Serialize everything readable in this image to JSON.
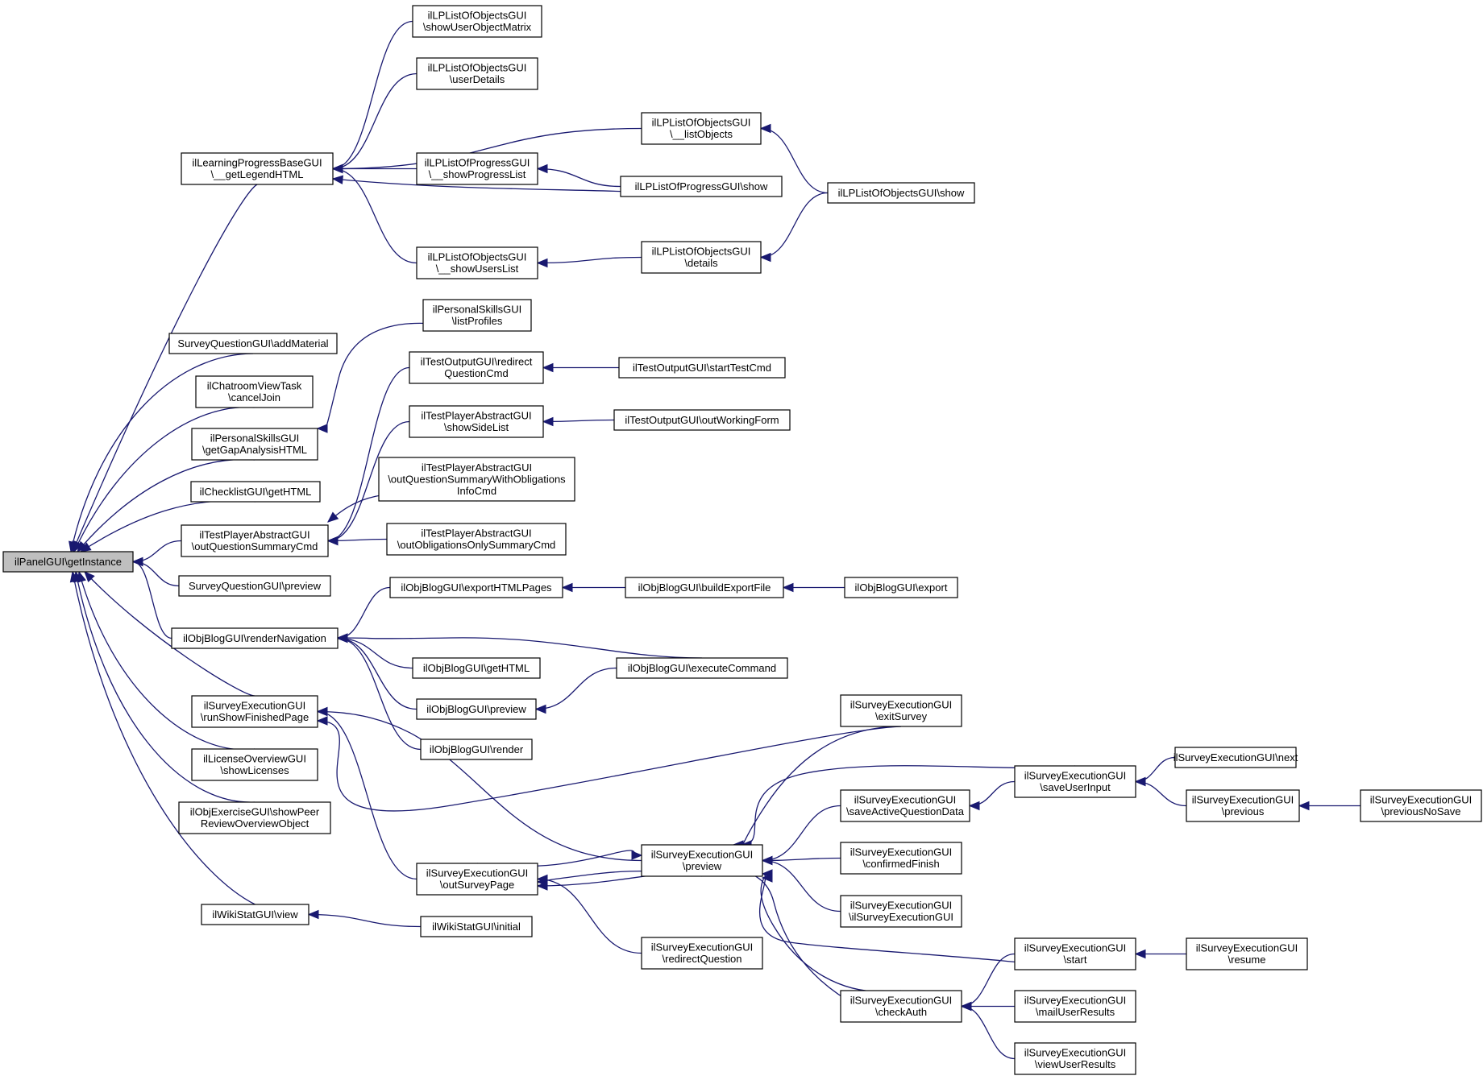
{
  "graph": {
    "nodes": [
      {
        "id": "n0",
        "lines": [
          "ilPanelGUI\\getInstance"
        ],
        "root": true
      },
      {
        "id": "n1",
        "lines": [
          "ilLearningProgressBaseGUI",
          "\\__getLegendHTML"
        ]
      },
      {
        "id": "n2",
        "lines": [
          "SurveyQuestionGUI\\addMaterial"
        ]
      },
      {
        "id": "n3",
        "lines": [
          "ilChatroomViewTask",
          "\\cancelJoin"
        ]
      },
      {
        "id": "n4",
        "lines": [
          "ilPersonalSkillsGUI",
          "\\getGapAnalysisHTML"
        ]
      },
      {
        "id": "n5",
        "lines": [
          "ilChecklistGUI\\getHTML"
        ]
      },
      {
        "id": "n6",
        "lines": [
          "ilTestPlayerAbstractGUI",
          "\\outQuestionSummaryCmd"
        ]
      },
      {
        "id": "n7",
        "lines": [
          "SurveyQuestionGUI\\preview"
        ]
      },
      {
        "id": "n8",
        "lines": [
          "ilObjBlogGUI\\renderNavigation"
        ]
      },
      {
        "id": "n9",
        "lines": [
          "ilSurveyExecutionGUI",
          "\\runShowFinishedPage"
        ]
      },
      {
        "id": "n10",
        "lines": [
          "ilLicenseOverviewGUI",
          "\\showLicenses"
        ]
      },
      {
        "id": "n11",
        "lines": [
          "ilObjExerciseGUI\\showPeer",
          "ReviewOverviewObject"
        ]
      },
      {
        "id": "n12",
        "lines": [
          "ilWikiStatGUI\\view"
        ]
      },
      {
        "id": "n13",
        "lines": [
          "ilLPListOfObjectsGUI",
          "\\showUserObjectMatrix"
        ]
      },
      {
        "id": "n14",
        "lines": [
          "ilLPListOfObjectsGUI",
          "\\userDetails"
        ]
      },
      {
        "id": "n15",
        "lines": [
          "ilLPListOfProgressGUI",
          "\\__showProgressList"
        ]
      },
      {
        "id": "n16",
        "lines": [
          "ilLPListOfObjectsGUI",
          "\\__showUsersList"
        ]
      },
      {
        "id": "n17",
        "lines": [
          "ilPersonalSkillsGUI",
          "\\listProfiles"
        ]
      },
      {
        "id": "n18",
        "lines": [
          "ilTestOutputGUI\\redirect",
          "QuestionCmd"
        ]
      },
      {
        "id": "n19",
        "lines": [
          "ilTestPlayerAbstractGUI",
          "\\showSideList"
        ]
      },
      {
        "id": "n20",
        "lines": [
          "ilTestPlayerAbstractGUI",
          "\\outQuestionSummaryWithObligations",
          "InfoCmd"
        ]
      },
      {
        "id": "n21",
        "lines": [
          "ilTestPlayerAbstractGUI",
          "\\outObligationsOnlySummaryCmd"
        ]
      },
      {
        "id": "n22",
        "lines": [
          "ilObjBlogGUI\\exportHTMLPages"
        ]
      },
      {
        "id": "n23",
        "lines": [
          "ilObjBlogGUI\\getHTML"
        ]
      },
      {
        "id": "n24",
        "lines": [
          "ilObjBlogGUI\\preview"
        ]
      },
      {
        "id": "n25",
        "lines": [
          "ilObjBlogGUI\\render"
        ]
      },
      {
        "id": "n26",
        "lines": [
          "ilSurveyExecutionGUI",
          "\\outSurveyPage"
        ]
      },
      {
        "id": "n27",
        "lines": [
          "ilWikiStatGUI\\initial"
        ]
      },
      {
        "id": "n28",
        "lines": [
          "ilLPListOfObjectsGUI",
          "\\__listObjects"
        ]
      },
      {
        "id": "n29",
        "lines": [
          "ilLPListOfProgressGUI\\show"
        ]
      },
      {
        "id": "n30",
        "lines": [
          "ilLPListOfObjectsGUI",
          "\\details"
        ]
      },
      {
        "id": "n31",
        "lines": [
          "ilTestOutputGUI\\startTestCmd"
        ]
      },
      {
        "id": "n32",
        "lines": [
          "ilTestOutputGUI\\outWorkingForm"
        ]
      },
      {
        "id": "n33",
        "lines": [
          "ilObjBlogGUI\\buildExportFile"
        ]
      },
      {
        "id": "n34",
        "lines": [
          "ilObjBlogGUI\\executeCommand"
        ]
      },
      {
        "id": "n35",
        "lines": [
          "ilSurveyExecutionGUI",
          "\\preview"
        ]
      },
      {
        "id": "n36",
        "lines": [
          "ilSurveyExecutionGUI",
          "\\redirectQuestion"
        ]
      },
      {
        "id": "n37",
        "lines": [
          "ilLPListOfObjectsGUI\\show"
        ]
      },
      {
        "id": "n38",
        "lines": [
          "ilObjBlogGUI\\export"
        ]
      },
      {
        "id": "n39",
        "lines": [
          "ilSurveyExecutionGUI",
          "\\exitSurvey"
        ]
      },
      {
        "id": "n40",
        "lines": [
          "ilSurveyExecutionGUI",
          "\\saveActiveQuestionData"
        ]
      },
      {
        "id": "n41",
        "lines": [
          "ilSurveyExecutionGUI",
          "\\confirmedFinish"
        ]
      },
      {
        "id": "n42",
        "lines": [
          "ilSurveyExecutionGUI",
          "\\ilSurveyExecutionGUI"
        ]
      },
      {
        "id": "n43",
        "lines": [
          "ilSurveyExecutionGUI",
          "\\checkAuth"
        ]
      },
      {
        "id": "n44",
        "lines": [
          "ilSurveyExecutionGUI",
          "\\saveUserInput"
        ]
      },
      {
        "id": "n45",
        "lines": [
          "ilSurveyExecutionGUI",
          "\\start"
        ]
      },
      {
        "id": "n46",
        "lines": [
          "ilSurveyExecutionGUI",
          "\\mailUserResults"
        ]
      },
      {
        "id": "n47",
        "lines": [
          "ilSurveyExecutionGUI",
          "\\viewUserResults"
        ]
      },
      {
        "id": "n48",
        "lines": [
          "ilSurveyExecutionGUI\\next"
        ]
      },
      {
        "id": "n49",
        "lines": [
          "ilSurveyExecutionGUI",
          "\\previous"
        ]
      },
      {
        "id": "n50",
        "lines": [
          "ilSurveyExecutionGUI",
          "\\resume"
        ]
      },
      {
        "id": "n51",
        "lines": [
          "ilSurveyExecutionGUI",
          "\\previousNoSave"
        ]
      }
    ],
    "edges": [
      [
        "n1",
        "n0"
      ],
      [
        "n2",
        "n0"
      ],
      [
        "n3",
        "n0"
      ],
      [
        "n4",
        "n0"
      ],
      [
        "n5",
        "n0"
      ],
      [
        "n6",
        "n0"
      ],
      [
        "n7",
        "n0"
      ],
      [
        "n8",
        "n0"
      ],
      [
        "n9",
        "n0"
      ],
      [
        "n10",
        "n0"
      ],
      [
        "n11",
        "n0"
      ],
      [
        "n12",
        "n0"
      ],
      [
        "n13",
        "n1"
      ],
      [
        "n14",
        "n1"
      ],
      [
        "n28",
        "n1"
      ],
      [
        "n15",
        "n1"
      ],
      [
        "n29",
        "n1"
      ],
      [
        "n16",
        "n1"
      ],
      [
        "n29",
        "n15"
      ],
      [
        "n30",
        "n16"
      ],
      [
        "n37",
        "n28"
      ],
      [
        "n37",
        "n30"
      ],
      [
        "n17",
        "n4"
      ],
      [
        "n18",
        "n6"
      ],
      [
        "n19",
        "n6"
      ],
      [
        "n20",
        "n6"
      ],
      [
        "n21",
        "n6"
      ],
      [
        "n31",
        "n18"
      ],
      [
        "n32",
        "n19"
      ],
      [
        "n22",
        "n8"
      ],
      [
        "n34",
        "n8"
      ],
      [
        "n23",
        "n8"
      ],
      [
        "n24",
        "n8"
      ],
      [
        "n25",
        "n8"
      ],
      [
        "n33",
        "n22"
      ],
      [
        "n38",
        "n33"
      ],
      [
        "n34",
        "n24"
      ],
      [
        "n39",
        "n9"
      ],
      [
        "n35",
        "n9"
      ],
      [
        "n26",
        "n9"
      ],
      [
        "n27",
        "n12"
      ],
      [
        "n35",
        "n26"
      ],
      [
        "n36",
        "n26"
      ],
      [
        "n43",
        "n26"
      ],
      [
        "n26",
        "n35"
      ],
      [
        "n39",
        "n35"
      ],
      [
        "n44",
        "n35"
      ],
      [
        "n40",
        "n35"
      ],
      [
        "n41",
        "n35"
      ],
      [
        "n42",
        "n35"
      ],
      [
        "n45",
        "n35"
      ],
      [
        "n43",
        "n35"
      ],
      [
        "n44",
        "n40"
      ],
      [
        "n45",
        "n43"
      ],
      [
        "n46",
        "n43"
      ],
      [
        "n47",
        "n43"
      ],
      [
        "n48",
        "n44"
      ],
      [
        "n49",
        "n44"
      ],
      [
        "n51",
        "n49"
      ],
      [
        "n50",
        "n45"
      ]
    ]
  }
}
